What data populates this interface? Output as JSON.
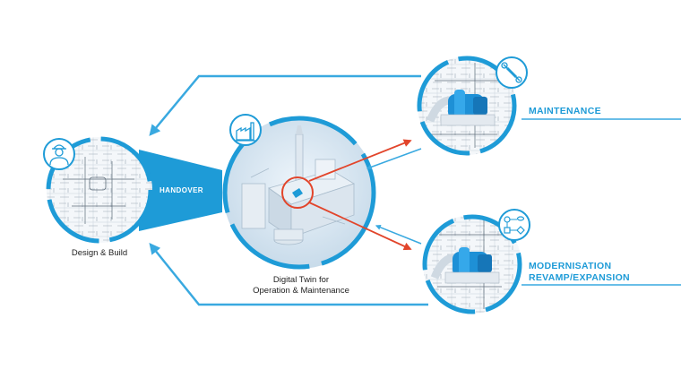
{
  "labels": {
    "design_build": "Design & Build",
    "handover": "HANDOVER",
    "digital_twin_line1": "Digital Twin for",
    "digital_twin_line2": "Operation & Maintenance",
    "maintenance": "MAINTENANCE",
    "modernisation_line1": "MODERNISATION",
    "modernisation_line2": "REVAMP/EXPANSION"
  },
  "icons": {
    "design_build": "engineer-icon",
    "digital_twin": "factory-icon",
    "maintenance": "wrench-icon",
    "modernisation": "flowchart-icon"
  },
  "colors": {
    "brand_blue": "#1e9bd7",
    "flow_blue": "#39a9e0",
    "connector_red": "#e2452b",
    "text_dark": "#222222"
  }
}
